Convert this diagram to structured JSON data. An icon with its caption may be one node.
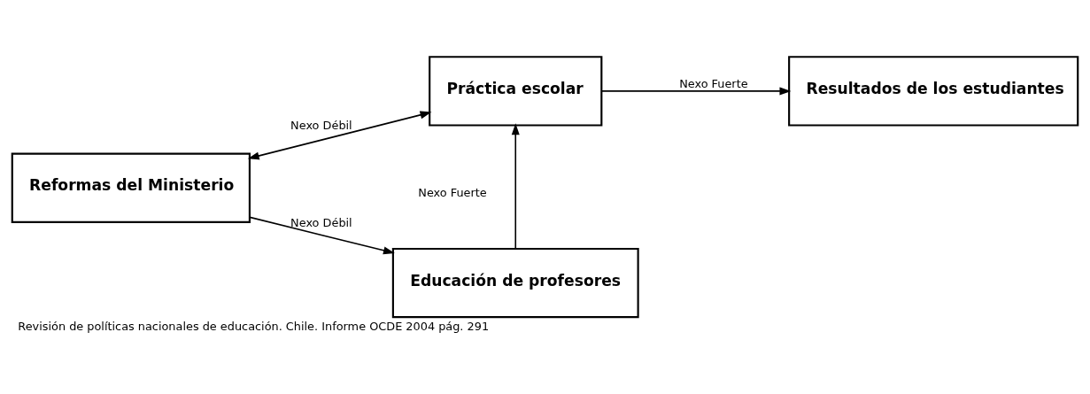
{
  "diagram": {
    "caption": "Revisión de políticas nacionales de educación. Chile. Informe OCDE 2004 pág. 291",
    "nodes": [
      {
        "text": [
          "Reformas del Ministerio"
        ]
      },
      {
        "text": [
          "Práctica escolar"
        ]
      },
      {
        "text": [
          "Resultados de los estudiantes"
        ]
      },
      {
        "text": [
          "Educación de profesores"
        ]
      }
    ],
    "edges": [
      {
        "from": 0,
        "to": 1,
        "arrow": "both",
        "label": "Nexo Débil"
      },
      {
        "from": 1,
        "to": 2,
        "arrow": "to",
        "label": "Nexo Fuerte"
      },
      {
        "from": 0,
        "to": 3,
        "arrow": "to",
        "label": "Nexo Débil"
      },
      {
        "from": 3,
        "to": 1,
        "arrow": "to",
        "label": "Nexo Fuerte"
      }
    ]
  }
}
